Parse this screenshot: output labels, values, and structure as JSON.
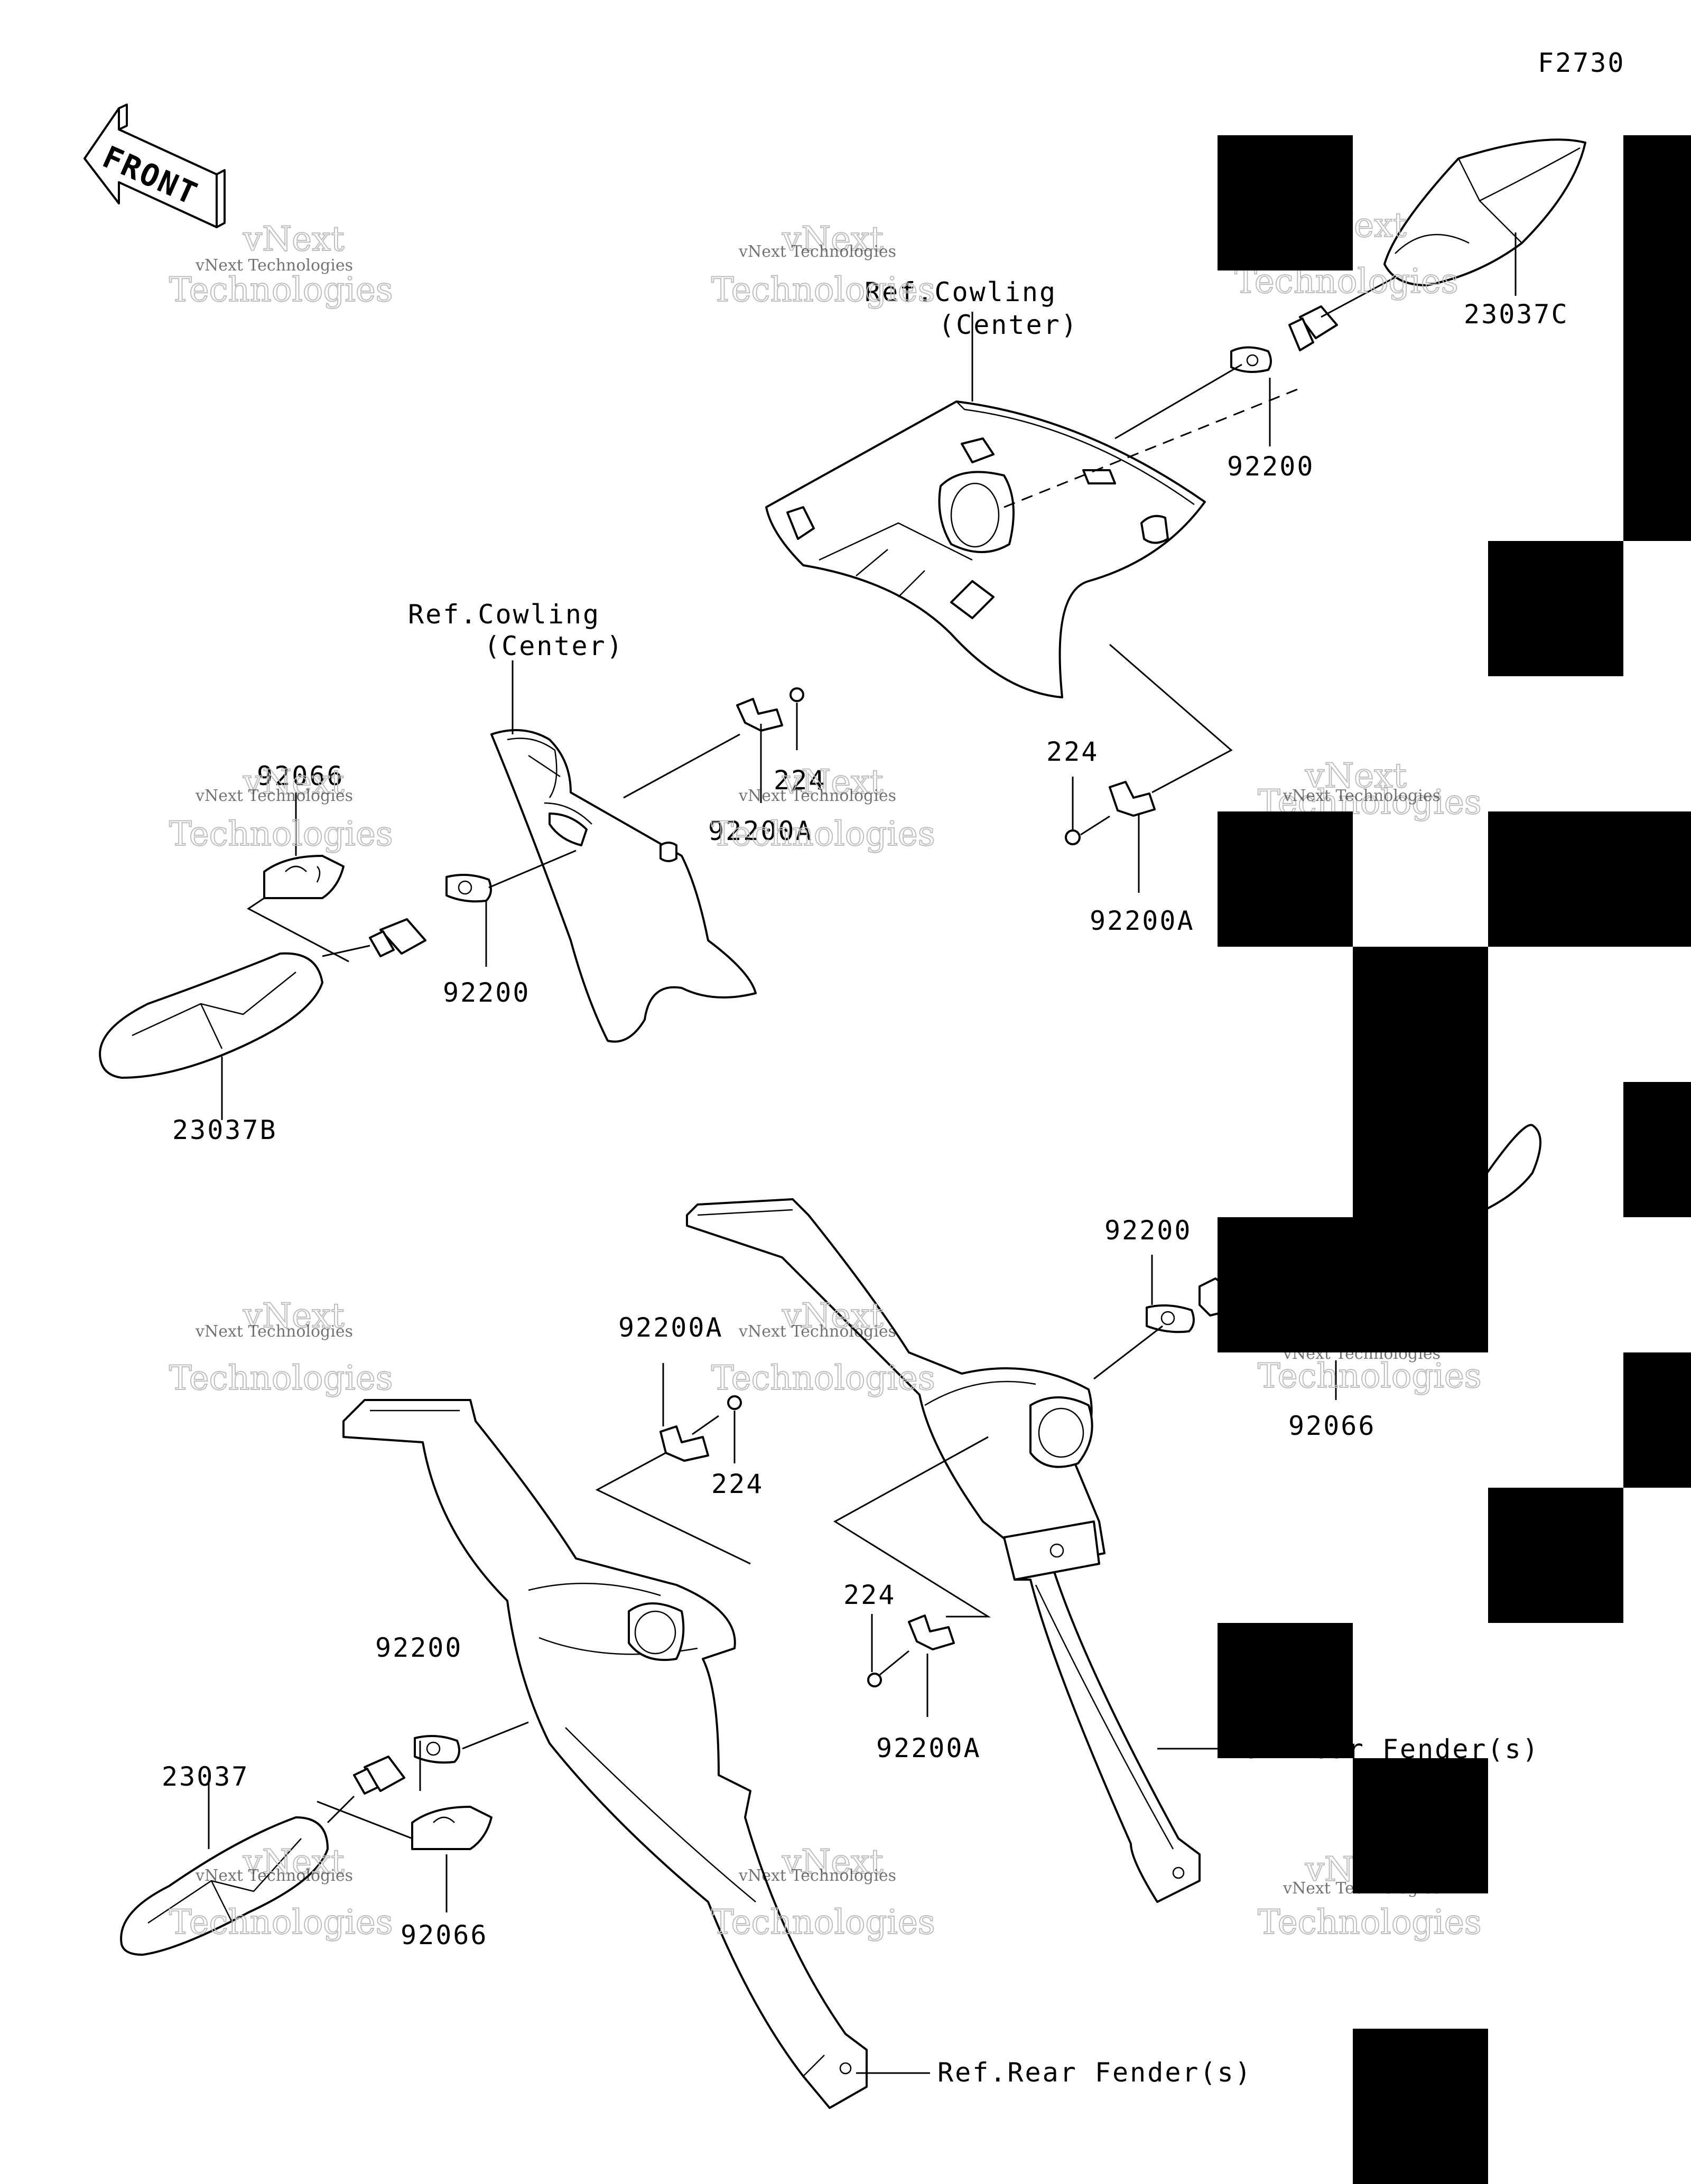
{
  "figure_id": "F2730",
  "front_arrow": {
    "text": "FRONT"
  },
  "watermark": {
    "small": "vNext Technologies",
    "large_top": "vNext",
    "large_bottom": "Technologies"
  },
  "callouts": {
    "p23037C": "23037C",
    "p92200_top": "92200",
    "cowling_top_1": "Ref.Cowling",
    "cowling_top_2": "(Center)",
    "cowling_mid_1": "Ref.Cowling",
    "cowling_mid_2": "(Center)",
    "p224_top": "224",
    "p92200A_top": "92200A",
    "p92066_left": "92066",
    "p224_center": "224",
    "p92200A_center": "92200A",
    "p92200_left": "92200",
    "p23037B": "23037B",
    "p92200_right": "92200",
    "p92066_right": "92066",
    "p92200A_lower": "92200A",
    "p224_lower": "224",
    "p224_bottom": "224",
    "p92200A_bottom": "92200A",
    "p92200_lower_left": "92200",
    "p23037": "23037",
    "p92066_lower": "92066",
    "rear_fender_right": "Ref.Rear Fender(s)",
    "rear_fender_bottom": "Ref.Rear Fender(s)"
  }
}
